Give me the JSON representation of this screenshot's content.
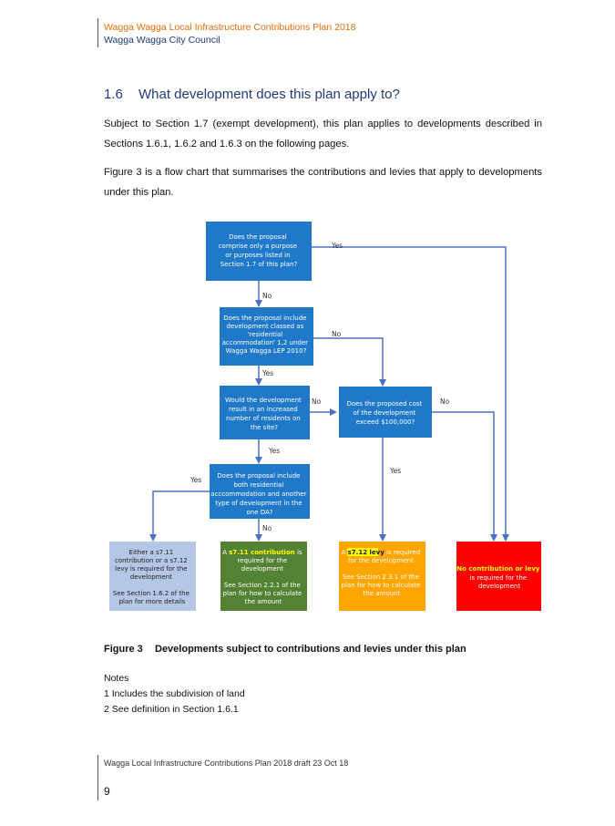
{
  "header": {
    "doc_title": "Wagga Wagga Local Infrastructure Contributions Plan 2018",
    "org": "Wagga Wagga City Council"
  },
  "section": {
    "number": "1.6",
    "title": "What development does this plan apply to?"
  },
  "paragraphs": [
    "Subject to Section 1.7 (exempt development), this plan applies to developments described in Sections 1.6.1, 1.6.2 and 1.6.3 on the following pages.",
    "Figure 3 is a flow chart that summarises the contributions and levies that apply to developments under this plan."
  ],
  "flowchart": {
    "q1": [
      "Does the proposal",
      "comprise only a purpose",
      "or purposes listed in",
      "Section 1.7 of this plan?"
    ],
    "q2": [
      "Does the proposal include",
      "development classed as",
      "'residential",
      "accommodation' 1,2 under",
      "Wagga Wagga LEP 2010?"
    ],
    "q3": [
      "Would the development",
      "result in an increased",
      "number of residents on",
      "the site?"
    ],
    "q4": [
      "Does the proposed cost",
      "of the development",
      "exceed $100,000?"
    ],
    "q5": [
      "Does the proposal include",
      "both residential",
      "acccommodation and another",
      "type of development in the",
      "one DA?"
    ],
    "r1": [
      "Either a s7.11",
      "contribution or a s7.12",
      "levy is required for the",
      "development",
      "",
      "See Section 1.6.2 of the",
      "plan for more details"
    ],
    "r2_prefix": "A ",
    "r2_highlight": "s7.11 contribution",
    "r2_suffix": " is",
    "r2_rest": [
      "required for the",
      "development",
      "",
      "See Section 2.2.1 of the",
      "plan for how to calculate",
      "the amount"
    ],
    "r3_prefix": "A ",
    "r3_highlight": "s7.12 levy",
    "r3_suffix": " is required",
    "r3_rest": [
      "for the development",
      "",
      "See Section 2.3.1 of the",
      "plan for how to calculate",
      "the amount"
    ],
    "r4_highlight": "No contribution or levy",
    "r4_rest": [
      "is required for the",
      "development"
    ],
    "yes": "Yes",
    "no": "No",
    "colors": {
      "question": "#1f78c8",
      "r1": "#b4c7e7",
      "r2": "#548235",
      "r3": "#ffa500",
      "r4": "#ff0000",
      "highlight": "#ffff00",
      "arrow": "#4a72c4"
    }
  },
  "figure": {
    "number": "Figure 3",
    "caption": "Developments subject to contributions and levies under this plan"
  },
  "notes": {
    "heading": "Notes",
    "items": [
      "1 Includes the subdivision of land",
      "2 See definition in Section 1.6.1"
    ]
  },
  "footer": {
    "text": "Wagga Local Infrastructure Contributions Plan 2018 draft 23 Oct 18",
    "page": "9"
  }
}
